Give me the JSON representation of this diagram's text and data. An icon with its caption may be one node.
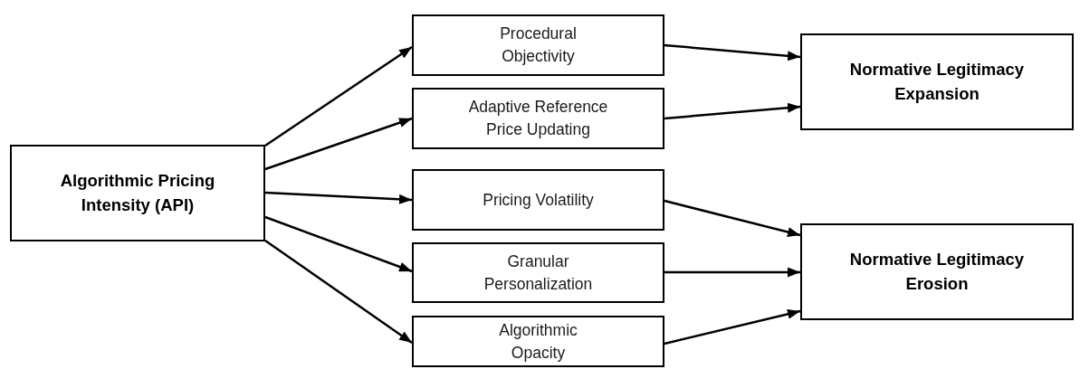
{
  "diagram": {
    "nodes": [
      {
        "text": [
          "Algorithmic Pricing Intensity (API)"
        ]
      },
      {
        "text": [
          "Procedural Objectivity"
        ]
      },
      {
        "text": [
          "Adaptive Reference Price Updating"
        ]
      },
      {
        "text": [
          "Pricing Volatility"
        ]
      },
      {
        "text": [
          "Granular Personalization"
        ]
      },
      {
        "text": [
          "Algorithmic Opacity"
        ]
      },
      {
        "text": [
          "Normative Legitimacy Expansion"
        ]
      },
      {
        "text": [
          "Normative Legitimacy Erosion"
        ]
      }
    ],
    "edges": [
      {
        "from": 0,
        "to": 1,
        "arrow": "to"
      },
      {
        "from": 0,
        "to": 2,
        "arrow": "to"
      },
      {
        "from": 0,
        "to": 3,
        "arrow": "to"
      },
      {
        "from": 0,
        "to": 4,
        "arrow": "to"
      },
      {
        "from": 0,
        "to": 5,
        "arrow": "to"
      },
      {
        "from": 1,
        "to": 6,
        "arrow": "to"
      },
      {
        "from": 2,
        "to": 6,
        "arrow": "to"
      },
      {
        "from": 3,
        "to": 7,
        "arrow": "to"
      },
      {
        "from": 4,
        "to": 7,
        "arrow": "to"
      },
      {
        "from": 5,
        "to": 7,
        "arrow": "to"
      }
    ]
  }
}
